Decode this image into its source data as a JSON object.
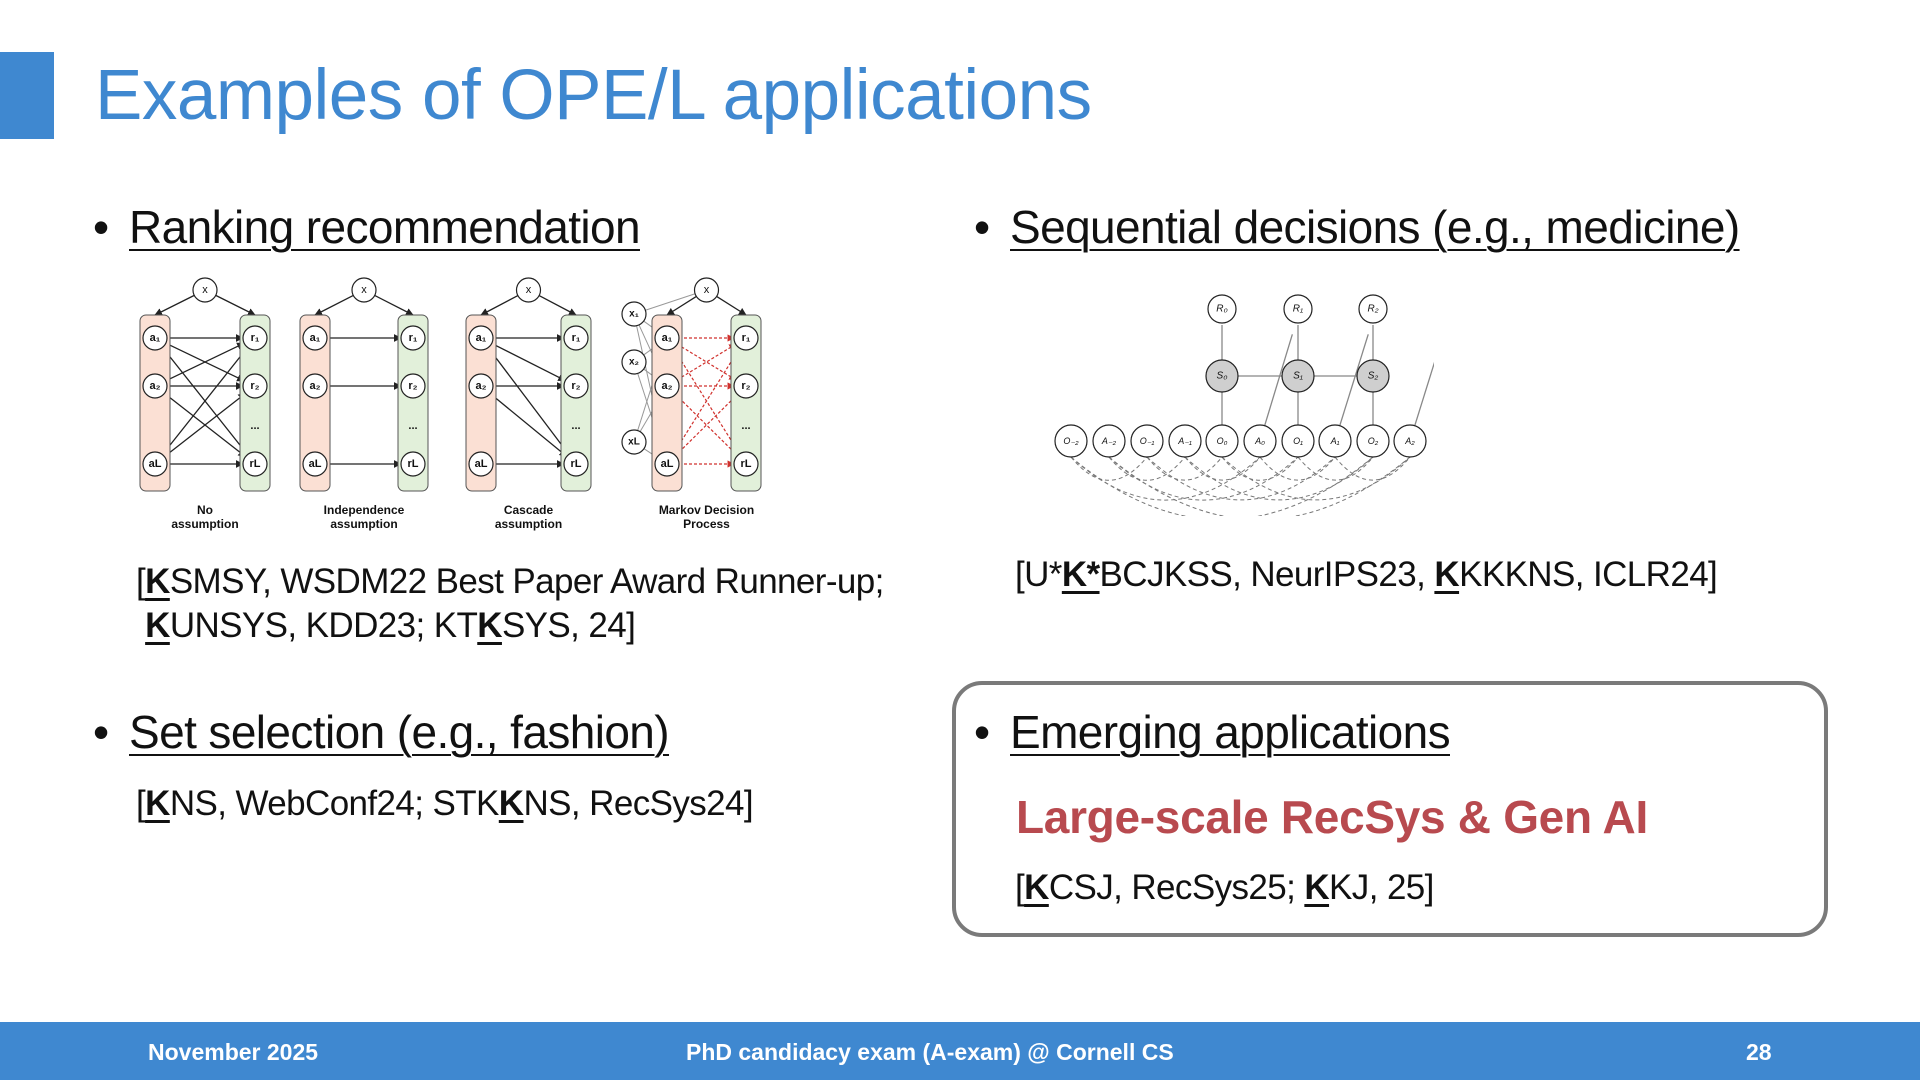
{
  "slide": {
    "title": "Examples of OPE/L applications",
    "bullet_marker": "•"
  },
  "ranking": {
    "heading": "Ranking recommendation",
    "figure": {
      "node_x": "x",
      "node_a1": "a₁",
      "node_a2": "a₂",
      "node_aL": "aL",
      "node_r1": "r₁",
      "node_r2": "r₂",
      "node_rL": "rL",
      "node_x1": "x₁",
      "node_x2": "x₂",
      "node_xL": "xL",
      "ellipsis": "...",
      "captions": [
        [
          "No",
          "assumption"
        ],
        [
          "Independence",
          "assumption"
        ],
        [
          "Cascade",
          "assumption"
        ],
        [
          "Markov Decision",
          "Process"
        ]
      ]
    },
    "citation_lines": [
      [
        {
          "t": "["
        },
        {
          "t": "K",
          "b": true
        },
        {
          "t": "SMSY, WSDM22 Best Paper Award Runner-up;"
        }
      ],
      [
        {
          "t": " "
        },
        {
          "t": "K",
          "b": true
        },
        {
          "t": "UNSYS, KDD23; KT"
        },
        {
          "t": "K",
          "b": true
        },
        {
          "t": "SYS, 24]"
        }
      ]
    ]
  },
  "sequential": {
    "heading": "Sequential decisions (e.g., medicine)",
    "figure": {
      "reward_nodes": [
        "R₀",
        "R₁",
        "R₂"
      ],
      "state_nodes": [
        "S₀",
        "S₁",
        "S₂"
      ],
      "obs_nodes": [
        "O₋₂",
        "A₋₂",
        "O₋₁",
        "A₋₁",
        "O₀",
        "A₀",
        "O₁",
        "A₁",
        "O₂",
        "A₂"
      ]
    },
    "citation_lines": [
      [
        {
          "t": "[U*"
        },
        {
          "t": "K*",
          "b": true
        },
        {
          "t": "BCJKSS, NeurIPS23, "
        },
        {
          "t": "K",
          "b": true
        },
        {
          "t": "KKKNS, ICLR24]"
        }
      ]
    ]
  },
  "set_selection": {
    "heading": "Set selection (e.g., fashion)",
    "citation_lines": [
      [
        {
          "t": "["
        },
        {
          "t": "K",
          "b": true
        },
        {
          "t": "NS, WebConf24; STK"
        },
        {
          "t": "K",
          "b": true
        },
        {
          "t": "NS, RecSys24]"
        }
      ]
    ]
  },
  "emerging": {
    "heading": "Emerging applications",
    "highlight": "Large-scale RecSys & Gen AI",
    "citation_lines": [
      [
        {
          "t": "["
        },
        {
          "t": "K",
          "b": true
        },
        {
          "t": "CSJ, RecSys25; "
        },
        {
          "t": "K",
          "b": true
        },
        {
          "t": "KJ, 25]"
        }
      ]
    ]
  },
  "footer": {
    "date": "November 2025",
    "event": "PhD candidacy exam (A-exam) @ Cornell CS",
    "page": "28"
  },
  "colors": {
    "accent": "#3f88d0",
    "highlight": "#b84a4f",
    "action_panel": "#fbe0d4",
    "reward_panel": "#e2f0da",
    "state_node": "#cfcfcf"
  }
}
